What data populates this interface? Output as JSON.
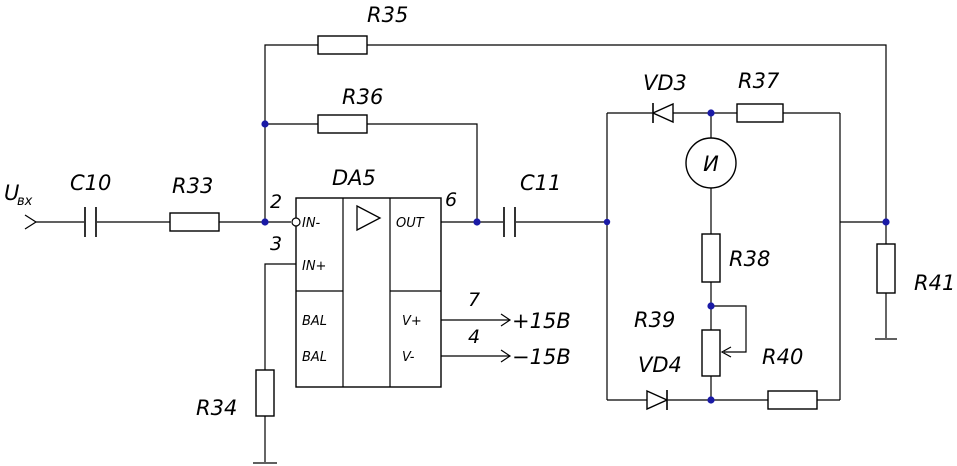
{
  "labels": {
    "input": "U",
    "input_sub": "вх",
    "c10": "C10",
    "r33": "R33",
    "r34": "R34",
    "r35": "R35",
    "r36": "R36",
    "da5": "DA5",
    "c11": "C11",
    "vd3": "VD3",
    "vd4": "VD4",
    "r37": "R37",
    "r38": "R38",
    "r39": "R39",
    "r40": "R40",
    "r41": "R41",
    "meter": "И"
  },
  "opamp": {
    "in_minus": "IN-",
    "in_plus": "IN+",
    "bal1": "BAL",
    "bal2": "BAL",
    "out": "OUT",
    "vplus": "V+",
    "vminus": "V-"
  },
  "pins": {
    "p2": "2",
    "p3": "3",
    "p6": "6",
    "p7": "7",
    "p4": "4"
  },
  "supplies": {
    "pos": "+15В",
    "neg": "−15В"
  }
}
